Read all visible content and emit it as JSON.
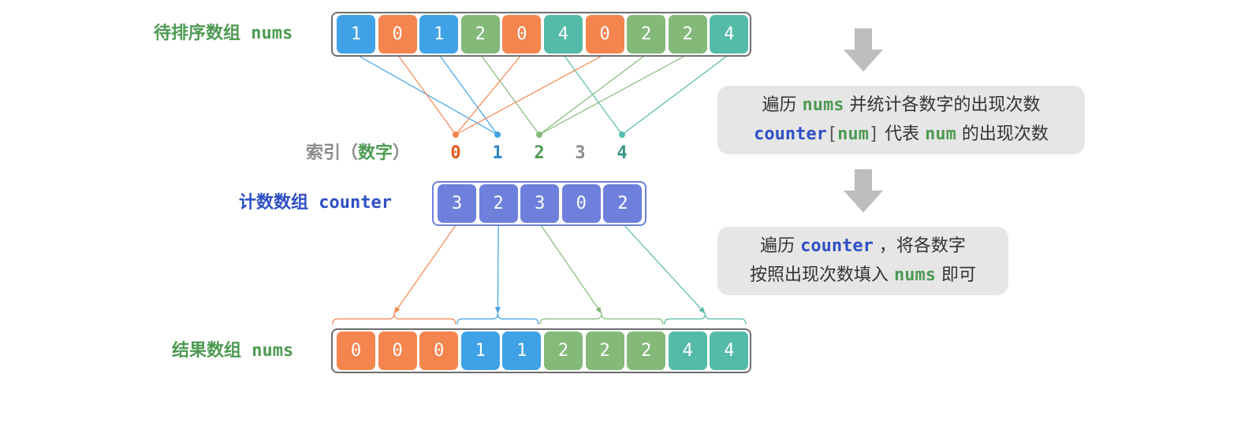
{
  "labels": {
    "input_array": "待排序数组 nums",
    "index_prefix": "索引（",
    "index_word": "数字",
    "index_suffix": "）",
    "counter_array": "计数数组 counter",
    "result_array": "结果数组 nums"
  },
  "input_nums": [
    1,
    0,
    1,
    2,
    0,
    4,
    0,
    2,
    2,
    4
  ],
  "indices": [
    "0",
    "1",
    "2",
    "3",
    "4"
  ],
  "counter": [
    3,
    2,
    3,
    0,
    2
  ],
  "result_nums": [
    0,
    0,
    0,
    1,
    1,
    2,
    2,
    2,
    4,
    4
  ],
  "notes": {
    "step1": {
      "l1_a": "遍历 ",
      "l1_code": "nums",
      "l1_b": " 并统计各数字的出现次数",
      "l2_code1": "counter",
      "l2_br1": "[",
      "l2_code2": "num",
      "l2_br2": "]",
      "l2_a": " 代表 ",
      "l2_code3": "num",
      "l2_b": " 的出现次数"
    },
    "step2": {
      "l1_a": "遍历 ",
      "l1_code": "counter",
      "l1_b": " ，将各数字",
      "l2_a": "按照出现次数填入 ",
      "l2_code": "nums",
      "l2_b": " 即可"
    }
  },
  "colors": {
    "0": "#f5854f",
    "1": "#3fa2e6",
    "2": "#84b97a",
    "3": "#8c8c8c",
    "4": "#55bba9",
    "counter": "#6e80db",
    "green_text": "#4e9a53",
    "blue_text": "#2f4fc4",
    "index_0": "#e5561e",
    "index_1": "#2b86c9",
    "index_2": "#4e9a53",
    "index_3": "#8c8c8c",
    "index_4": "#3a9486"
  },
  "icons": [
    "down-arrow-icon",
    "down-arrow-icon"
  ]
}
